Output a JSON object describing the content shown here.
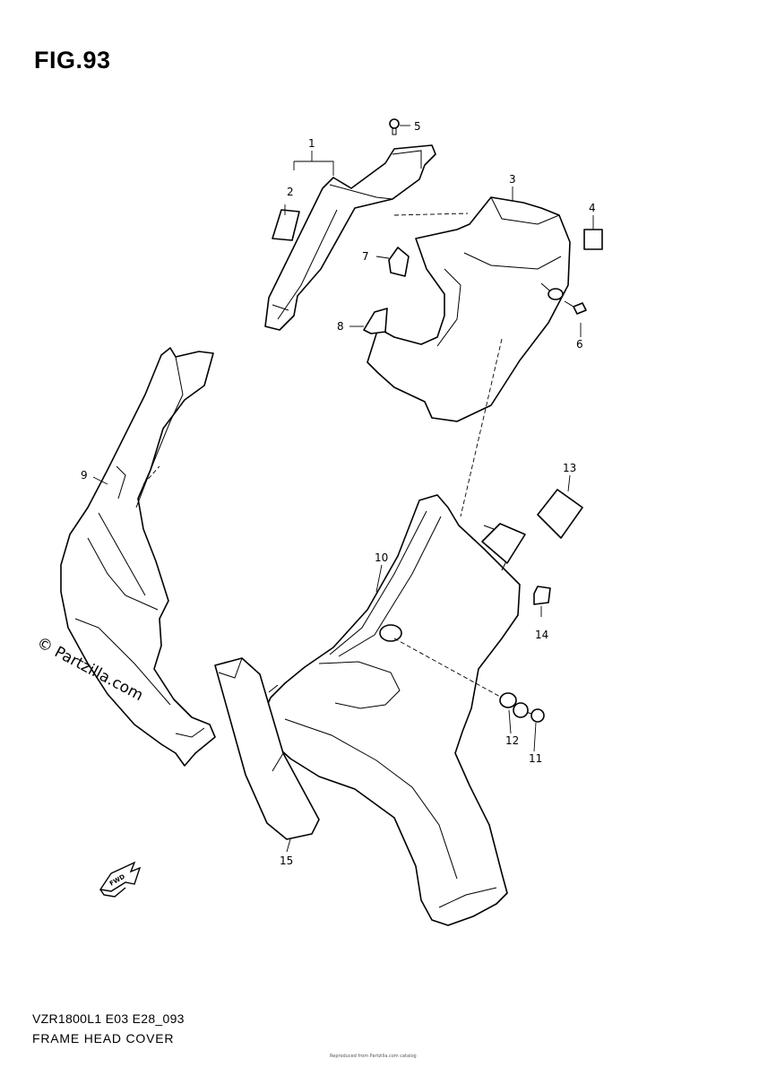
{
  "figure": {
    "title": "FIG.93",
    "model_code": "VZR1800L1 E03 E28_093",
    "section_name": "FRAME HEAD COVER",
    "copyright_fine_print": "Reproduced from Partzilla.com catalog"
  },
  "watermark": "© Partzilla.com",
  "callouts": [
    {
      "id": "1",
      "label": "1"
    },
    {
      "id": "2",
      "label": "2"
    },
    {
      "id": "3",
      "label": "3"
    },
    {
      "id": "4",
      "label": "4"
    },
    {
      "id": "5",
      "label": "5"
    },
    {
      "id": "6",
      "label": "6"
    },
    {
      "id": "7",
      "label": "7"
    },
    {
      "id": "8",
      "label": "8"
    },
    {
      "id": "9",
      "label": "9"
    },
    {
      "id": "10",
      "label": "10"
    },
    {
      "id": "11",
      "label": "11"
    },
    {
      "id": "12",
      "label": "12"
    },
    {
      "id": "13",
      "label": "13"
    },
    {
      "id": "14",
      "label": "14"
    },
    {
      "id": "15",
      "label": "15"
    }
  ],
  "direction_marker": {
    "label": "FWD",
    "icon": "forward-arrow-icon"
  }
}
